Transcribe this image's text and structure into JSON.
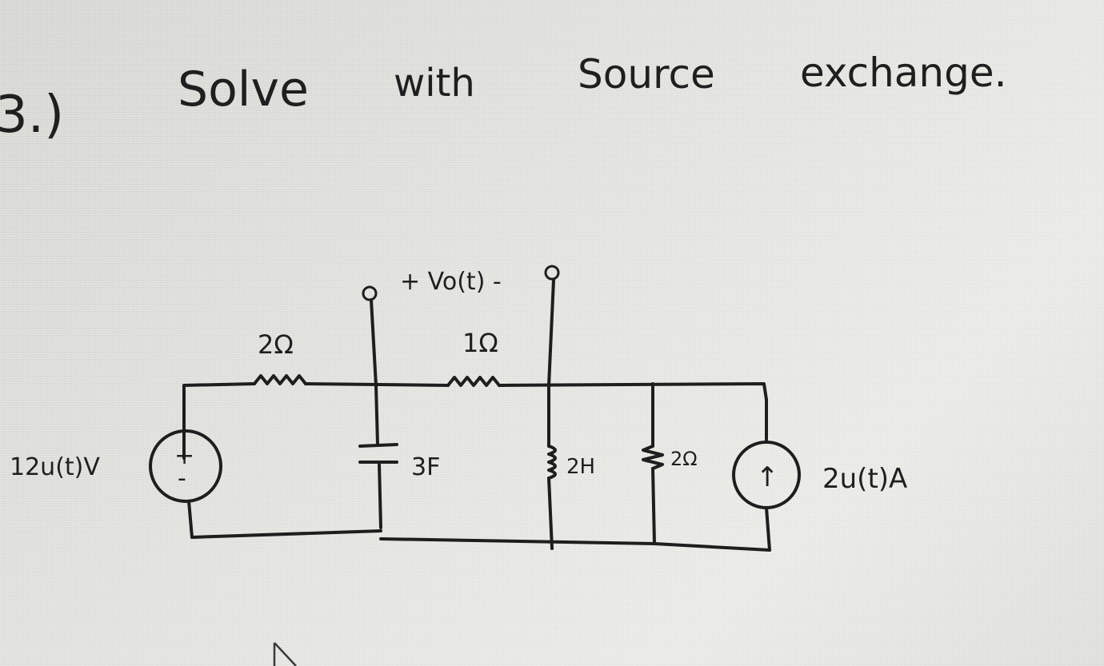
{
  "problem": {
    "number": "3.)",
    "instruction_words": [
      "Solve",
      "with",
      "Source",
      "exchange."
    ]
  },
  "circuit": {
    "output_voltage_label": "+ Vo(t) -",
    "voltage_source": {
      "value": "12u(t)V",
      "polarity_plus": "+",
      "polarity_minus": "-"
    },
    "resistor_2ohm_series": "2Ω",
    "resistor_1ohm_series": "1Ω",
    "capacitor": "3F",
    "inductor": "2H",
    "resistor_2ohm_shunt": "2Ω",
    "current_source": {
      "value": "2u(t)A",
      "arrow_glyph": "↑"
    }
  },
  "icons": {
    "cursor": "mouse-pointer-icon"
  },
  "colors": {
    "ink": "#1e1e1e",
    "screen": "#e6e7e2"
  }
}
